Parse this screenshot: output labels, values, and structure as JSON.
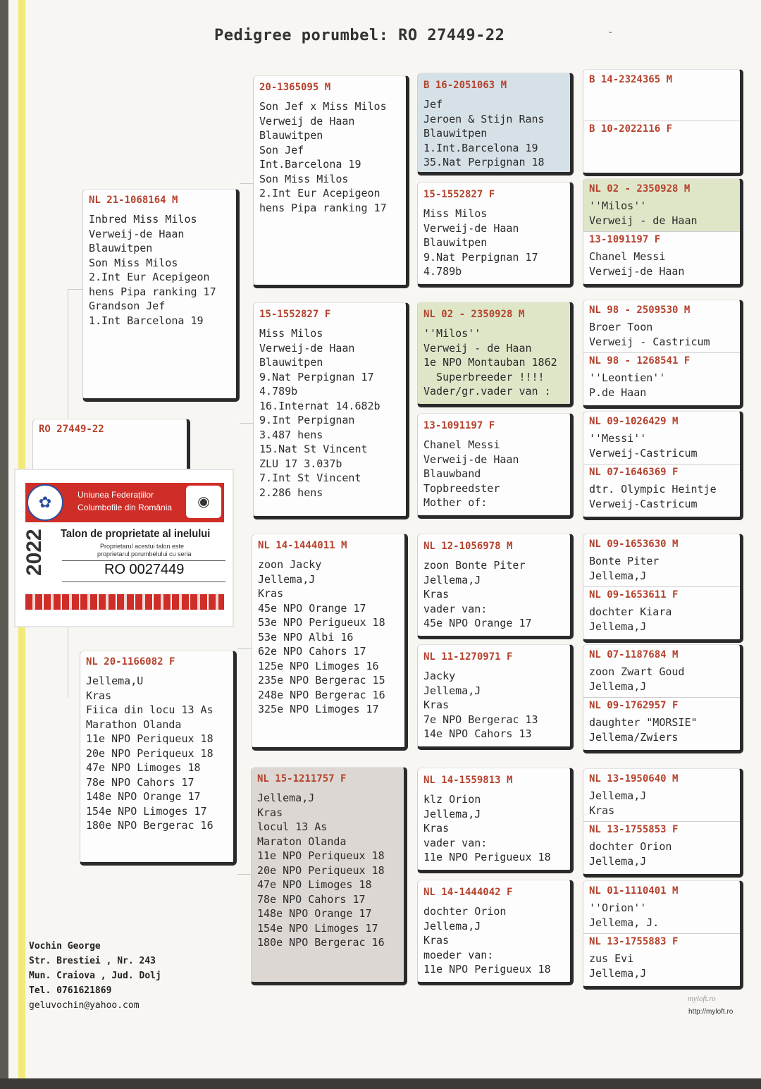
{
  "title": "Pedigree porumbel:  RO 27449-22",
  "title_mark": "-",
  "subject": {
    "ring": "RO 27449-22"
  },
  "sire": {
    "ring": "NL 21-1068164 M",
    "lines": [
      "Inbred Miss Milos",
      "Verweij-de Haan",
      "Blauwitpen",
      "Son Miss Milos",
      "2.Int Eur Acepigeon",
      "hens Pipa ranking 17",
      "Grandson Jef",
      "1.Int Barcelona 19"
    ]
  },
  "dam": {
    "ring": "NL 20-1166082 F",
    "lines": [
      "Jellema,U",
      "Kras",
      "Fiica din locu 13 As",
      "Marathon Olanda",
      "11e NPO Periqueux 18",
      "20e NPO Periqueux 18",
      "47e NPO Limoges 18",
      "78e NPO Cahors 17",
      "148e NPO Orange 17",
      "154e NPO Limoges 17",
      "180e NPO Bergerac 16"
    ]
  },
  "gen2": [
    {
      "ring": "20-1365095 M",
      "lines": [
        "Son Jef x Miss Milos",
        "Verweij de Haan",
        "Blauwitpen",
        "Son Jef",
        "Int.Barcelona 19",
        "Son Miss Milos",
        "2.Int Eur Acepigeon",
        "hens Pipa ranking 17"
      ]
    },
    {
      "ring": "15-1552827 F",
      "lines": [
        "Miss Milos",
        "Verweij-de Haan",
        "Blauwitpen",
        "9.Nat Perpignan 17",
        "4.789b",
        "16.Internat 14.682b",
        "9.Int Perpignan",
        "3.487 hens",
        "15.Nat St Vincent",
        "ZLU 17 3.037b",
        "7.Int St Vincent",
        "2.286 hens"
      ]
    },
    {
      "ring": "NL 14-1444011 M",
      "lines": [
        "zoon Jacky",
        "Jellema,J",
        "Kras",
        "45e NPO Orange 17",
        "53e NPO Perigueux 18",
        "53e NPO Albi 16",
        "62e NPO Cahors 17",
        "125e NPO Limoges 16",
        "235e NPO Bergerac 15",
        "248e NPO Bergerac 16",
        "325e NPO Limoges 17"
      ]
    },
    {
      "ring": "NL 15-1211757 F",
      "lines": [
        "Jellema,J",
        "Kras",
        "locul 13 As",
        "Maraton Olanda",
        "11e NPO Periqueux 18",
        "20e NPO Periqueux 18",
        "47e NPO Limoges 18",
        "78e NPO Cahors 17",
        "148e NPO Orange 17",
        "154e NPO Limoges 17",
        "180e NPO Bergerac 16"
      ]
    }
  ],
  "gen3": [
    {
      "ring": "B 16-2051063 M",
      "lines": [
        "Jef",
        "Jeroen & Stijn Rans",
        "Blauwitpen",
        "1.Int.Barcelona 19",
        "35.Nat Perpignan 18"
      ]
    },
    {
      "ring": "15-1552827 F",
      "lines": [
        "Miss Milos",
        "Verweij-de Haan",
        "Blauwitpen",
        "9.Nat Perpignan 17",
        "4.789b"
      ]
    },
    {
      "ring": "NL 02 - 2350928 M",
      "lines": [
        "''Milos''",
        "Verweij - de Haan",
        "1e NPO Montauban 1862",
        "  Superbreeder !!!!",
        "Vader/gr.vader van :"
      ]
    },
    {
      "ring": "13-1091197 F",
      "lines": [
        "Chanel Messi",
        "Verweij-de Haan",
        "Blauwband",
        "Topbreedster",
        "Mother of:"
      ]
    },
    {
      "ring": "NL 12-1056978 M",
      "lines": [
        "zoon Bonte Piter",
        "Jellema,J",
        "Kras",
        "vader van:",
        "45e NPO Orange 17"
      ]
    },
    {
      "ring": "NL 11-1270971 F",
      "lines": [
        "Jacky",
        "Jellema,J",
        "Kras",
        "7e NPO Bergerac 13",
        "14e NPO Cahors 13"
      ]
    },
    {
      "ring": "NL 14-1559813 M",
      "lines": [
        "klz Orion",
        "Jellema,J",
        "Kras",
        "vader van:",
        "11e NPO Perigueux 18"
      ]
    },
    {
      "ring": "NL 14-1444042 F",
      "lines": [
        "dochter Orion",
        "Jellema,J",
        "Kras",
        "moeder van:",
        "11e NPO Perigueux 18"
      ]
    }
  ],
  "gen4": [
    {
      "male": {
        "ring": "B 14-2324365 M",
        "lines": []
      },
      "female": {
        "ring": "B 10-2022116 F",
        "lines": []
      }
    },
    {
      "male": {
        "ring": "NL 02 - 2350928 M",
        "lines": [
          "''Milos''",
          "Verweij - de Haan"
        ]
      },
      "female": {
        "ring": "13-1091197 F",
        "lines": [
          "Chanel Messi",
          "Verweij-de Haan"
        ]
      }
    },
    {
      "male": {
        "ring": "NL 98 - 2509530 M",
        "lines": [
          "Broer Toon",
          "Verweij - Castricum"
        ]
      },
      "female": {
        "ring": "NL 98 - 1268541 F",
        "lines": [
          "''Leontien''",
          "P.de Haan"
        ]
      }
    },
    {
      "male": {
        "ring": "NL 09-1026429 M",
        "lines": [
          "''Messi''",
          "Verweij-Castricum"
        ]
      },
      "female": {
        "ring": "NL 07-1646369 F",
        "lines": [
          "dtr. Olympic Heintje",
          "Verweij-Castricum"
        ]
      }
    },
    {
      "male": {
        "ring": "NL 09-1653630 M",
        "lines": [
          "Bonte Piter",
          "Jellema,J"
        ]
      },
      "female": {
        "ring": "NL 09-1653611 F",
        "lines": [
          "dochter Kiara",
          "Jellema,J"
        ]
      }
    },
    {
      "male": {
        "ring": "NL 07-1187684 M",
        "lines": [
          "zoon Zwart Goud",
          "Jellema,J"
        ]
      },
      "female": {
        "ring": "NL 09-1762957 F",
        "lines": [
          "daughter \"MORSIE\"",
          "Jellema/Zwiers"
        ]
      }
    },
    {
      "male": {
        "ring": "NL 13-1950640 M",
        "lines": [
          "Jellema,J",
          "Kras"
        ]
      },
      "female": {
        "ring": "NL 13-1755853 F",
        "lines": [
          "dochter Orion",
          "Jellema,J"
        ]
      }
    },
    {
      "male": {
        "ring": "NL 01-1110401 M",
        "lines": [
          "''Orion''",
          "Jellema, J."
        ]
      },
      "female": {
        "ring": "NL 13-1755883 F",
        "lines": [
          "zus Evi",
          "Jellema,J"
        ]
      }
    }
  ],
  "certificate": {
    "org_line1": "Uniunea Federațiilor",
    "org_line2": "Columbofile din România",
    "title": "Talon de proprietate al inelului",
    "subtitle1": "Proprietarul acestui talon este",
    "subtitle2": "proprietarul porumbelului cu seria",
    "year": "2022",
    "number": "RO 0027449",
    "logo_icon": "dove-icon",
    "emblem_icon": "pigeon-emblem-icon",
    "accent": "#cf2d27"
  },
  "owner": {
    "name": "Vochin George",
    "street": "Str. Brestiei , Nr. 243",
    "city": "Mun. Craiova , Jud. Dolj",
    "phone": "Tel. 0761621869",
    "email": "geluvochin@yahoo.com"
  },
  "watermark": {
    "logo_text": "myloft.ro",
    "url": "http://myloft.ro"
  }
}
